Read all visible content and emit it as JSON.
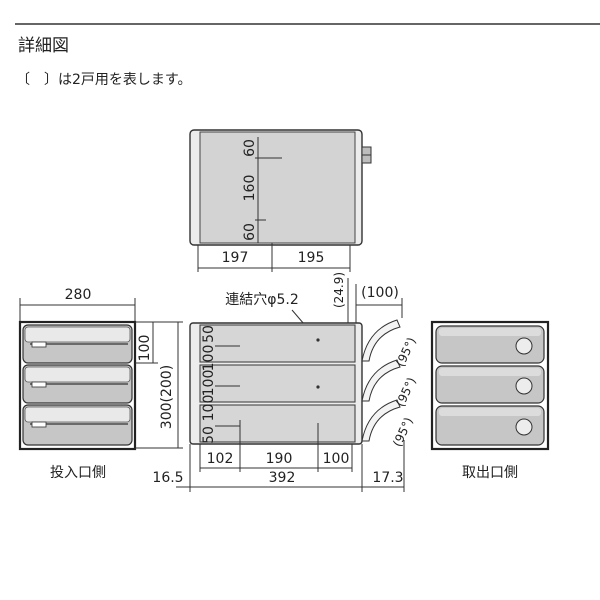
{
  "header": {
    "title": "詳細図",
    "note": "〔　〕は2戸用を表します。"
  },
  "top_view": {
    "dims_vertical": [
      "60",
      "160",
      "60"
    ],
    "dims_horizontal": [
      "197",
      "195"
    ]
  },
  "front_insert_view": {
    "caption": "投入口側",
    "width": "280",
    "unit_height": "100",
    "total_height": "300(200)"
  },
  "side_view": {
    "hole_label": "連結穴φ5.2",
    "offset": "(24.9)",
    "door_depth": "(100)",
    "door_angle": [
      "(95°)",
      "(95°)",
      "(95°)"
    ],
    "vertical_dims": [
      "50",
      "100",
      "100",
      "100",
      "50"
    ],
    "hole_dims": [
      "102",
      "190",
      "100"
    ],
    "overall_dims": [
      "16.5",
      "392",
      "17.3"
    ]
  },
  "front_retrieve_view": {
    "caption": "取出口側"
  }
}
